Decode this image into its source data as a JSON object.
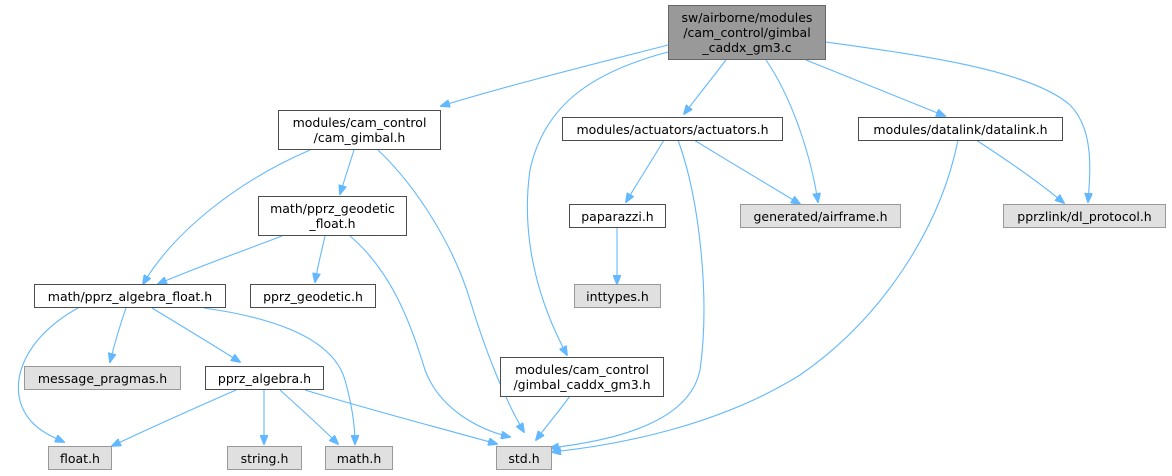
{
  "nodes": {
    "root": [
      "sw/airborne/modules",
      "/cam_control/gimbal",
      "_caddx_gm3.c"
    ],
    "cam_gimbal": [
      "modules/cam_control",
      "/cam_gimbal.h"
    ],
    "actuators": [
      "modules/actuators/actuators.h"
    ],
    "datalink": [
      "modules/datalink/datalink.h"
    ],
    "geodetic_float": [
      "math/pprz_geodetic",
      "_float.h"
    ],
    "paparazzi": [
      "paparazzi.h"
    ],
    "airframe": [
      "generated/airframe.h"
    ],
    "dl_protocol": [
      "pprzlink/dl_protocol.h"
    ],
    "algebra_float": [
      "math/pprz_algebra_float.h"
    ],
    "pprz_geodetic": [
      "pprz_geodetic.h"
    ],
    "inttypes": [
      "inttypes.h"
    ],
    "message_pragmas": [
      "message_pragmas.h"
    ],
    "pprz_algebra": [
      "pprz_algebra.h"
    ],
    "gimbal_caddx_h": [
      "modules/cam_control",
      "/gimbal_caddx_gm3.h"
    ],
    "float_h": [
      "float.h"
    ],
    "string_h": [
      "string.h"
    ],
    "math_h": [
      "math.h"
    ],
    "std_h": [
      "std.h"
    ]
  },
  "colors": {
    "edge": "#63b8ff",
    "root_fill": "#999999",
    "system_header_fill": "#e0e0e0",
    "header_fill": "#ffffff"
  }
}
